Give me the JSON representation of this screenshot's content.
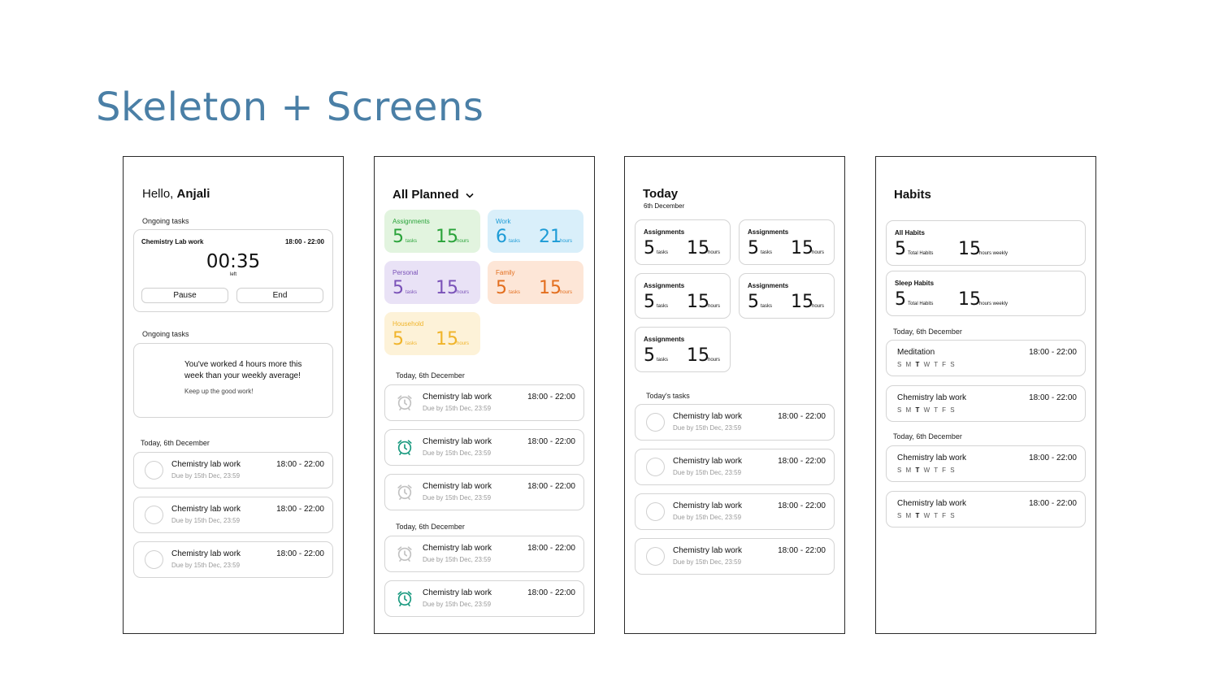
{
  "slide_title": "Skeleton + Screens",
  "home": {
    "greeting_prefix": "Hello, ",
    "greeting_name": "Anjali",
    "ongoing_label": "Ongoing tasks",
    "timer": {
      "title": "Chemistry Lab work",
      "time": "18:00 - 22:00",
      "value": "00:35",
      "left_label": "left",
      "pause_label": "Pause",
      "end_label": "End"
    },
    "insight_label": "Ongoing tasks",
    "insight": {
      "main": "You've worked 4 hours more this week than your weekly average!",
      "sub": "Keep up the good work!"
    },
    "date_label": "Today, 6th December",
    "tasks": [
      {
        "title": "Chemistry lab work",
        "time": "18:00 - 22:00",
        "due": "Due by 15th Dec, 23:59"
      },
      {
        "title": "Chemistry lab work",
        "time": "18:00 - 22:00",
        "due": "Due by 15th Dec, 23:59"
      },
      {
        "title": "Chemistry lab work",
        "time": "18:00 - 22:00",
        "due": "Due by 15th Dec, 23:59"
      }
    ]
  },
  "planned": {
    "title": "All Planned",
    "categories": [
      {
        "name": "Assignments",
        "tasks": "5",
        "hours": "15",
        "tasks_unit": "tasks",
        "hours_unit": "hours",
        "color": "#2aa33a",
        "bg": "#e2f4df"
      },
      {
        "name": "Work",
        "tasks": "6",
        "hours": "21",
        "tasks_unit": "tasks",
        "hours_unit": "hours",
        "color": "#1c9bd6",
        "bg": "#d9effa"
      },
      {
        "name": "Personal",
        "tasks": "5",
        "hours": "15",
        "tasks_unit": "tasks",
        "hours_unit": "hours",
        "color": "#7a52b8",
        "bg": "#e9e2f6"
      },
      {
        "name": "Family",
        "tasks": "5",
        "hours": "15",
        "tasks_unit": "tasks",
        "hours_unit": "hours",
        "color": "#e36e1e",
        "bg": "#fde6d7"
      },
      {
        "name": "Household",
        "tasks": "5",
        "hours": "15",
        "tasks_unit": "tasks",
        "hours_unit": "hours",
        "color": "#f0b42a",
        "bg": "#fdf2d8"
      }
    ],
    "group1_label": "Today, 6th December",
    "group1": [
      {
        "title": "Chemistry lab work",
        "time": "18:00 - 22:00",
        "due": "Due by 15th Dec, 23:59",
        "icon": "alarm-clock-icon",
        "color": "#c2c2c2"
      },
      {
        "title": "Chemistry lab work",
        "time": "18:00 - 22:00",
        "due": "Due by 15th Dec, 23:59",
        "icon": "alarm-clock-icon",
        "color": "#1a9a80"
      },
      {
        "title": "Chemistry lab work",
        "time": "18:00 - 22:00",
        "due": "Due by 15th Dec, 23:59",
        "icon": "alarm-clock-icon",
        "color": "#c2c2c2"
      }
    ],
    "group2_label": "Today, 6th December",
    "group2": [
      {
        "title": "Chemistry lab work",
        "time": "18:00 - 22:00",
        "due": "Due by 15th Dec, 23:59",
        "icon": "alarm-clock-icon",
        "color": "#c2c2c2"
      },
      {
        "title": "Chemistry lab work",
        "time": "18:00 - 22:00",
        "due": "Due by 15th Dec, 23:59",
        "icon": "alarm-clock-icon",
        "color": "#1a9a80"
      }
    ]
  },
  "today": {
    "title": "Today",
    "subtitle": "6th December",
    "stats": [
      {
        "name": "Assignments",
        "tasks": "5",
        "hours": "15",
        "tasks_unit": "tasks",
        "hours_unit": "hours"
      },
      {
        "name": "Assignments",
        "tasks": "5",
        "hours": "15",
        "tasks_unit": "tasks",
        "hours_unit": "hours"
      },
      {
        "name": "Assignments",
        "tasks": "5",
        "hours": "15",
        "tasks_unit": "tasks",
        "hours_unit": "hours"
      },
      {
        "name": "Assignments",
        "tasks": "5",
        "hours": "15",
        "tasks_unit": "tasks",
        "hours_unit": "hours"
      },
      {
        "name": "Assignments",
        "tasks": "5",
        "hours": "15",
        "tasks_unit": "tasks",
        "hours_unit": "hours"
      }
    ],
    "tasks_label": "Today's tasks",
    "tasks": [
      {
        "title": "Chemistry lab work",
        "time": "18:00 - 22:00",
        "due": "Due by 15th Dec, 23:59"
      },
      {
        "title": "Chemistry lab work",
        "time": "18:00 - 22:00",
        "due": "Due by 15th Dec, 23:59"
      },
      {
        "title": "Chemistry lab work",
        "time": "18:00 - 22:00",
        "due": "Due by 15th Dec, 23:59"
      },
      {
        "title": "Chemistry lab work",
        "time": "18:00 - 22:00",
        "due": "Due by 15th Dec, 23:59"
      }
    ]
  },
  "habits": {
    "title": "Habits",
    "summary": [
      {
        "name": "All Habits",
        "count": "5",
        "count_unit": "Total Habits",
        "hours": "15",
        "hours_unit": "hours weekly"
      },
      {
        "name": "Sleep Habits",
        "count": "5",
        "count_unit": "Total Habits",
        "hours": "15",
        "hours_unit": "hours weekly"
      }
    ],
    "group1_label": "Today, 6th December",
    "group1": [
      {
        "title": "Meditation",
        "time": "18:00 - 22:00",
        "days_before": "S M ",
        "day_active": "T",
        "days_after": " W T F S"
      },
      {
        "title": "Chemistry lab work",
        "time": "18:00 - 22:00",
        "days_before": "S M ",
        "day_active": "T",
        "days_after": " W T F S"
      }
    ],
    "group2_label": "Today, 6th December",
    "group2": [
      {
        "title": "Chemistry lab work",
        "time": "18:00 - 22:00",
        "days_before": "S M ",
        "day_active": "T",
        "days_after": " W T F S"
      },
      {
        "title": "Chemistry lab work",
        "time": "18:00 - 22:00",
        "days_before": "S M ",
        "day_active": "T",
        "days_after": " W T F S"
      }
    ]
  }
}
